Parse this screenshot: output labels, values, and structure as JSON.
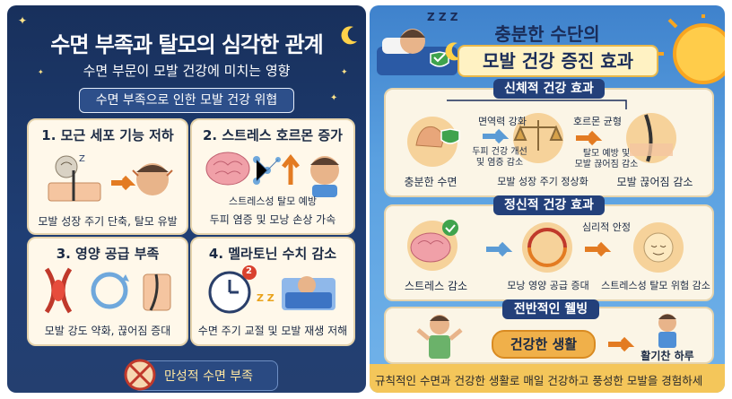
{
  "left": {
    "title_part1": "수면 ",
    "title_hl1": "부족",
    "title_part2": "과 ",
    "title_hl2": "탈모",
    "title_part3": "의 심각한 관계",
    "subtitle": "수면 부문이 모발 건강에 미치는 영향",
    "banner": "수면 부족으로 인한 모발 건강 위협",
    "cards": [
      {
        "title": "1. 모근 세포 기능 저하",
        "caption": "모발 성장 주기 단축, 탈모 유발"
      },
      {
        "title": "2. 스트레스 호르몬 증가",
        "caption1": "스트레스성 탈모 예방",
        "caption2": "두피 염증 및 모낭 손상 가속"
      },
      {
        "title": "3. 영양 공급 부족",
        "caption": "모발 강도 약화, 끊어짐 증대"
      },
      {
        "title": "4. 멜라토닌 수치 감소",
        "caption": "수면 주기 교절 및 모발 재생 저해"
      }
    ],
    "bottom_pill": "만성적 수면 부족",
    "badge_number": "2",
    "zz_text": "Z Z"
  },
  "right": {
    "title_top": "충분한 수단의",
    "title_box": "모발 건강 증진 효과",
    "sleep_zz": "Z Z Z",
    "physical": {
      "tag": "신체적 건강 효과",
      "label_immune": "면역력 강화",
      "label_scalp": "두피 건강 개선\n및 염증 감소",
      "label_hormone": "호르몬 균형",
      "label_prevent": "탈모 예방 및\n모발 끊어짐 감소",
      "caption_sleep": "충분한 수면",
      "caption_cycle": "모발 성장 주기 정상화",
      "caption_break": "모발 끊어짐 감소"
    },
    "mental": {
      "tag": "정신적 건강 효과",
      "label_stable": "심리적 안정",
      "caption_stress": "스트레스 감소",
      "caption_nutrition": "모낭 영양 공급 증대",
      "caption_risk": "스트레스성 탈모 위험 감소"
    },
    "wellbeing": {
      "tag": "전반적인 웰빙",
      "pill": "건강한 생활",
      "caption_day": "활기찬 하루"
    },
    "footer": "규칙적인 수면과 건강한 생활로 매일 건강하고 풍성한 모발을 경험하세"
  },
  "colors": {
    "left_bg": "#1f3e74",
    "right_bg": "#5aa0e0",
    "highlight": "#ffc93a",
    "card_bg": "#fff8ea",
    "tag_bg": "#23407a",
    "accent_orange": "#f0b04a"
  }
}
